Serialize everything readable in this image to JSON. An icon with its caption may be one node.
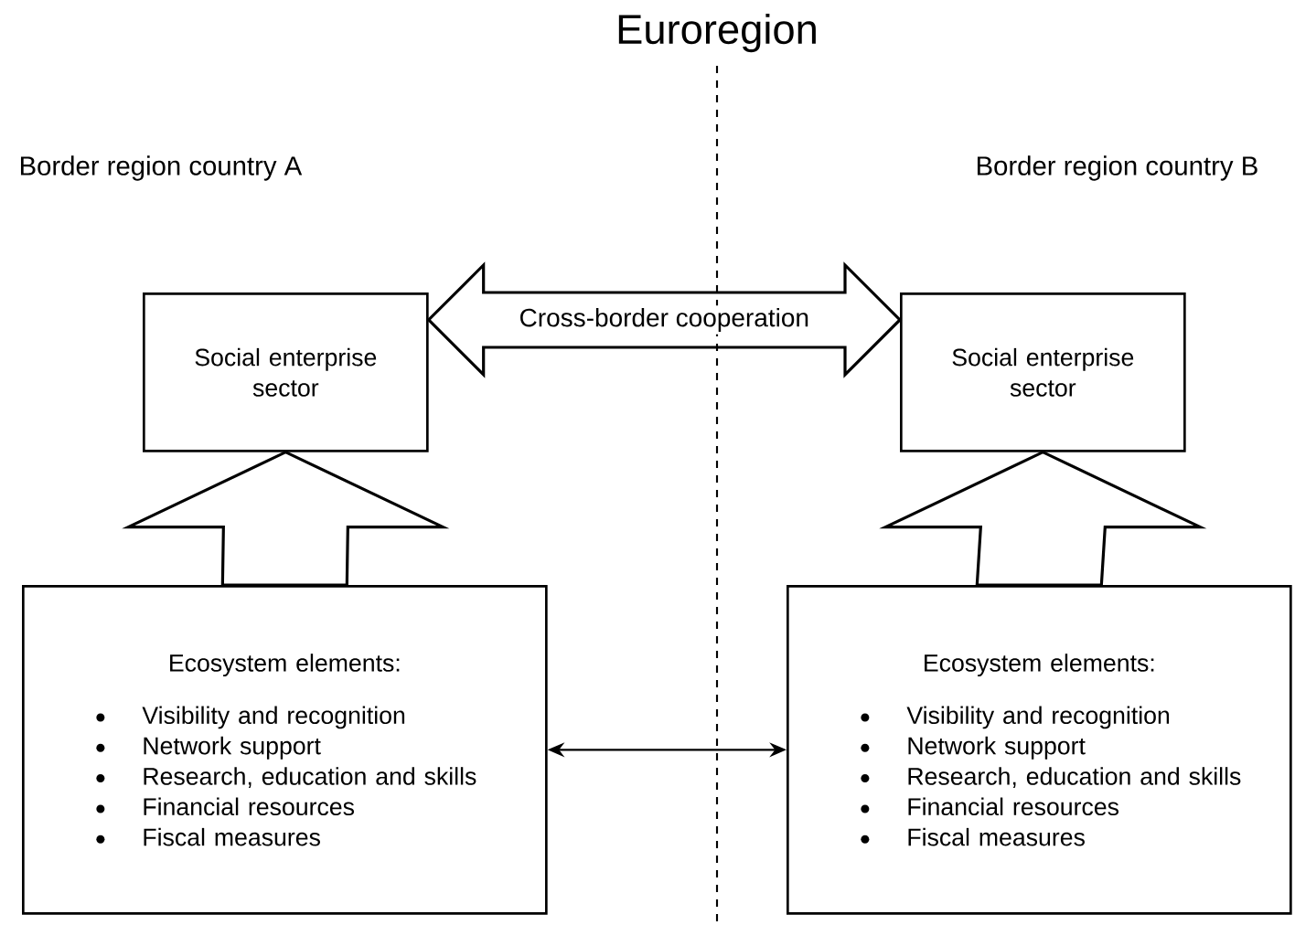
{
  "diagram": {
    "title": "Euroregion",
    "nodes": [
      {
        "text": [
          "Social enterprise sector"
        ]
      },
      {
        "text": [
          "Social enterprise sector"
        ]
      },
      {
        "text": [
          "Ecosystem elements:",
          "Visibility and recognition",
          "Network support",
          "Research, education and skills",
          "Financial resources",
          "Fiscal measures"
        ]
      },
      {
        "text": [
          "Ecosystem elements:",
          "Visibility and recognition",
          "Network support",
          "Research, education and skills",
          "Financial resources",
          "Fiscal measures"
        ]
      }
    ],
    "edges": [
      {
        "from": 0,
        "to": 1,
        "arrow": "both",
        "label": "Cross-border cooperation",
        "style": "thick"
      },
      {
        "from": 2,
        "to": 0,
        "arrow": "to",
        "style": "thick"
      },
      {
        "from": 3,
        "to": 1,
        "arrow": "to",
        "style": "thick"
      },
      {
        "from": 2,
        "to": 3,
        "arrow": "both"
      }
    ],
    "labels": [
      "Border region country A",
      "Border region country B"
    ]
  }
}
